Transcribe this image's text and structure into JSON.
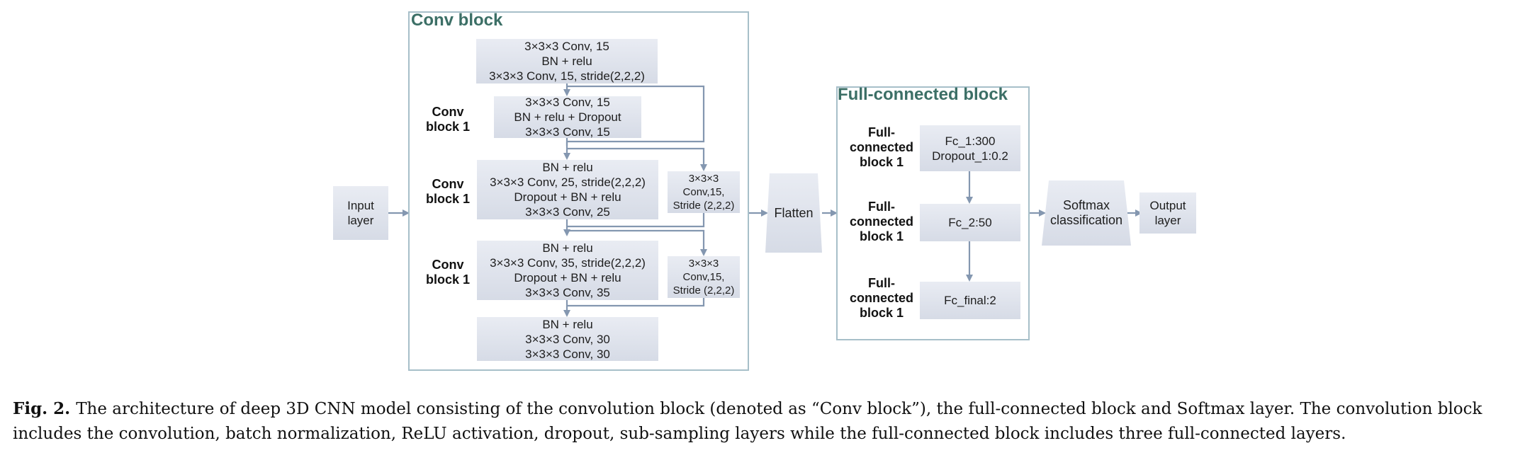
{
  "input_layer": [
    "Input",
    "layer"
  ],
  "conv_block": {
    "title": "Conv block",
    "top_box": [
      "3×3×3 Conv, 15",
      "BN + relu",
      "3×3×3 Conv, 15, stride(2,2,2)"
    ],
    "res_box_1": [
      "3×3×3 Conv, 15",
      "BN + relu + Dropout",
      "3×3×3 Conv, 15"
    ],
    "stage_2_box": [
      "BN + relu",
      "3×3×3 Conv, 25, stride(2,2,2)",
      "Dropout + BN + relu",
      "3×3×3 Conv, 25"
    ],
    "shortcut_1": [
      "3×3×3",
      "Conv,15,",
      "Stride (2,2,2)"
    ],
    "stage_3_box": [
      "BN + relu",
      "3×3×3 Conv, 35, stride(2,2,2)",
      "Dropout + BN + relu",
      "3×3×3 Conv, 35"
    ],
    "shortcut_2": [
      "3×3×3",
      "Conv,15,",
      "Stride (2,2,2)"
    ],
    "bottom_box": [
      "BN + relu",
      "3×3×3 Conv, 30",
      "3×3×3 Conv, 30"
    ],
    "side_labels": [
      [
        "Conv",
        "block 1"
      ],
      [
        "Conv",
        "block 1"
      ],
      [
        "Conv",
        "block 1"
      ]
    ]
  },
  "flatten": "Flatten",
  "fc_block": {
    "title": "Full-connected block",
    "boxes": [
      [
        "Fc_1:300",
        "Dropout_1:0.2"
      ],
      [
        "Fc_2:50"
      ],
      [
        "Fc_final:2"
      ]
    ],
    "side_labels": [
      [
        "Full-",
        "connected",
        "block 1"
      ],
      [
        "Full-",
        "connected",
        "block 1"
      ],
      [
        "Full-",
        "connected",
        "block 1"
      ]
    ]
  },
  "softmax": [
    "Softmax",
    "classification"
  ],
  "output_layer": [
    "Output",
    "layer"
  ],
  "caption": {
    "label": "Fig. 2.",
    "text": "The architecture of deep 3D CNN model consisting of the convolution block (denoted as “Conv block”), the full-connected block and Softmax layer. The convolution block includes the convolution, batch normalization, ReLU activation, dropout, sub-sampling layers while the full-connected block includes three full-connected layers."
  },
  "colors": {
    "arrow": "#8497b0",
    "group_border": "#a7bfc9",
    "group_title": "#3c6f66",
    "box_fill": "#dde1ea"
  }
}
